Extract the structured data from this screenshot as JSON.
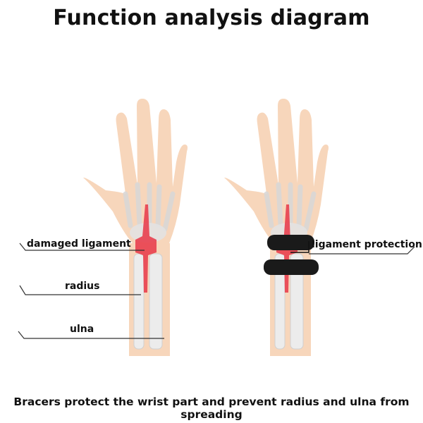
{
  "title": "Function analysis diagram",
  "caption": "Bracers protect the wrist part and prevent radius and ulna from spreading",
  "left_panel": {
    "labels": [
      {
        "id": "damaged-ligament",
        "text": "damaged ligament"
      },
      {
        "id": "radius",
        "text": "radius"
      },
      {
        "id": "ulna",
        "text": "ulna"
      }
    ]
  },
  "right_panel": {
    "labels": [
      {
        "id": "ligament-protection",
        "text": "ligament protection"
      }
    ]
  },
  "colors": {
    "skin": "#f6d2b4",
    "bone": "#e6e6e6",
    "ligament": "#e8404f",
    "bracer": "#1a1a1a",
    "leader_line": "#333333"
  }
}
